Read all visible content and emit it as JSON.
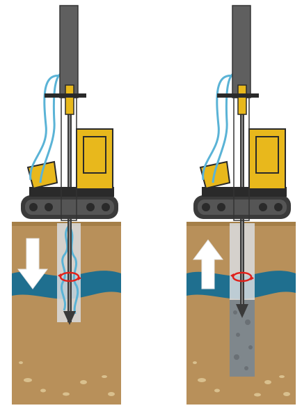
{
  "diagram": {
    "panels": [
      {
        "name": "drilling-down",
        "motion": "down",
        "fill": "water-jet"
      },
      {
        "name": "extracting-up",
        "motion": "up",
        "fill": "concrete"
      }
    ],
    "colors": {
      "soil": "#b8905a",
      "soil_dark": "#9c7642",
      "water": "#1f6f8f",
      "water_light": "#8cc4d4",
      "mast": "#5f5f5f",
      "rig_body": "#e8b81c",
      "rig_dark": "#2a2a2a",
      "track": "#3a3a3a",
      "hose": "#5ab3d6",
      "borehole": "#d9dde0",
      "concrete": "#7f878c",
      "arrow": "#ffffff",
      "rotation": "#e0211b"
    },
    "icons": [
      "down-arrow-icon",
      "up-arrow-icon",
      "rotation-icon"
    ]
  }
}
